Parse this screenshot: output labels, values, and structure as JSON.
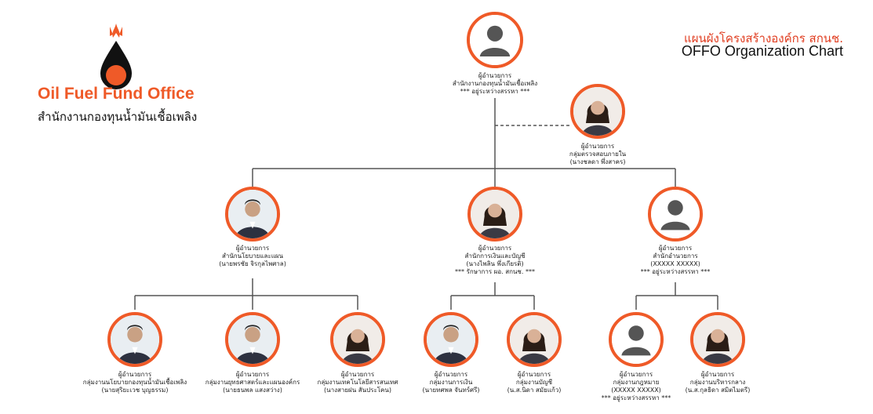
{
  "brand": {
    "name_en": "Oil Fuel Fund Office",
    "name_th": "สำนักงานกองทุนน้ำมันเชื้อเพลิง"
  },
  "title": {
    "th": "แผนผังโครงสร้างองค์กร สกนช.",
    "en": "OFFO Organization Chart"
  },
  "colors": {
    "accent": "#ef5a28",
    "line": "#555555"
  },
  "nodes": {
    "director": {
      "photo": "placeholder",
      "lines": [
        "ผู้อำนวยการ",
        "สำนักงานกองทุนน้ำมันเชื้อเพลิง",
        "*** อยู่ระหว่างสรรหา ***"
      ]
    },
    "audit": {
      "photo": "woman",
      "lines": [
        "ผู้อำนวยการ",
        "กลุ่มตรวจสอบภายใน",
        "(นางชลดา พึ่งสาคร)"
      ]
    },
    "policy": {
      "photo": "man",
      "lines": [
        "ผู้อำนวยการ",
        "สำนักนโยบายและแผน",
        "(นายพรชัย จิรกุลไพศาล)"
      ]
    },
    "finance": {
      "photo": "woman",
      "lines": [
        "ผู้อำนวยการ",
        "สำนักการเงินและบัญชี",
        "(นางไพลิน พึ่งเกียรติ)",
        "*** รักษาการ ผอ. สกนช. ***"
      ]
    },
    "admin": {
      "photo": "placeholder",
      "lines": [
        "ผู้อำนวยการ",
        "สำนักอำนวยการ",
        "(XXXXX XXXXX)",
        "*** อยู่ระหว่างสรรหา ***"
      ]
    },
    "fund_policy": {
      "photo": "man",
      "lines": [
        "ผู้อำนวยการ",
        "กลุ่มงานนโยบายกองทุนน้ำมันเชื้อเพลิง",
        "(นายสุริยะเวช บุญธรรม)"
      ]
    },
    "strategy": {
      "photo": "man",
      "lines": [
        "ผู้อำนวยการ",
        "กลุ่มงานยุทธศาสตร์และแผนองค์กร",
        "(นายธนพล แสงสว่าง)"
      ]
    },
    "it": {
      "photo": "woman",
      "lines": [
        "ผู้อำนวยการ",
        "กลุ่มงานเทคโนโลยีสารสนเทศ",
        "(นางสายฝน สันประโคน)"
      ]
    },
    "finance_group": {
      "photo": "man",
      "lines": [
        "ผู้อำนวยการ",
        "กลุ่มงานการเงิน",
        "(นายทศพล จันทร์ศรี)"
      ]
    },
    "accounting": {
      "photo": "woman",
      "lines": [
        "ผู้อำนวยการ",
        "กลุ่มงานบัญชี",
        "(น.ส.นิดา สมัยแก้ว)"
      ]
    },
    "legal": {
      "photo": "placeholder",
      "lines": [
        "ผู้อำนวยการ",
        "กลุ่มงานกฎหมาย",
        "(XXXXX XXXXX)",
        "*** อยู่ระหว่างสรรหา ***"
      ]
    },
    "general_admin": {
      "photo": "woman",
      "lines": [
        "ผู้อำนวยการ",
        "กลุ่มงานบริหารกลาง",
        "(น.ส.กุลธิดา สมิตไมตรี)"
      ]
    }
  }
}
